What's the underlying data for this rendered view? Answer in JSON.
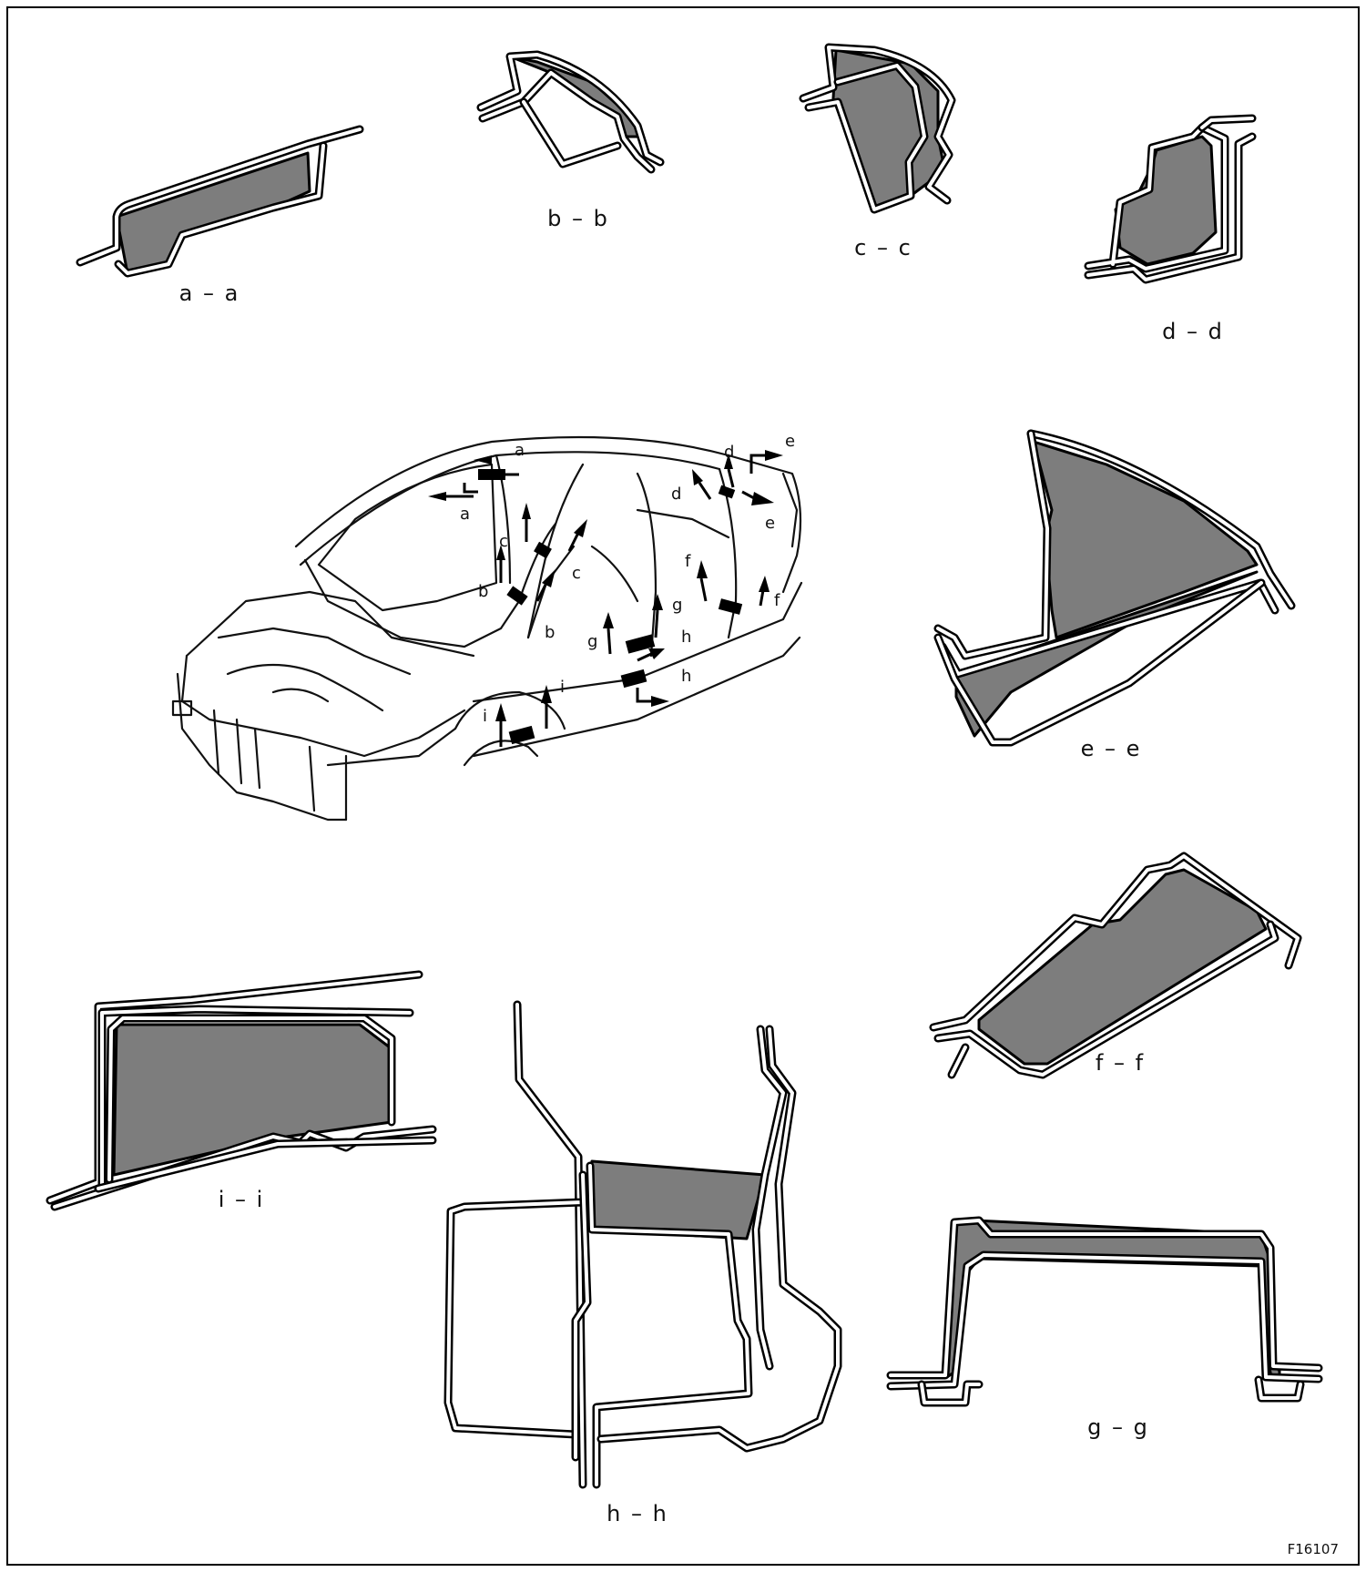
{
  "figure_code": "F16107",
  "colors": {
    "foam_fill": "#7d7d7d",
    "line": "#000000",
    "background": "#ffffff"
  },
  "sections": [
    {
      "id": "a",
      "label": "a – a"
    },
    {
      "id": "b",
      "label": "b – b"
    },
    {
      "id": "c",
      "label": "c – c"
    },
    {
      "id": "d",
      "label": "d – d"
    },
    {
      "id": "e",
      "label": "e – e"
    },
    {
      "id": "f",
      "label": "f – f"
    },
    {
      "id": "g",
      "label": "g – g"
    },
    {
      "id": "h",
      "label": "h – h"
    },
    {
      "id": "i",
      "label": "i – i"
    }
  ],
  "callouts": [
    "a",
    "a",
    "b",
    "b",
    "c",
    "c",
    "d",
    "d",
    "e",
    "e",
    "f",
    "f",
    "g",
    "g",
    "h",
    "h",
    "i",
    "i"
  ]
}
